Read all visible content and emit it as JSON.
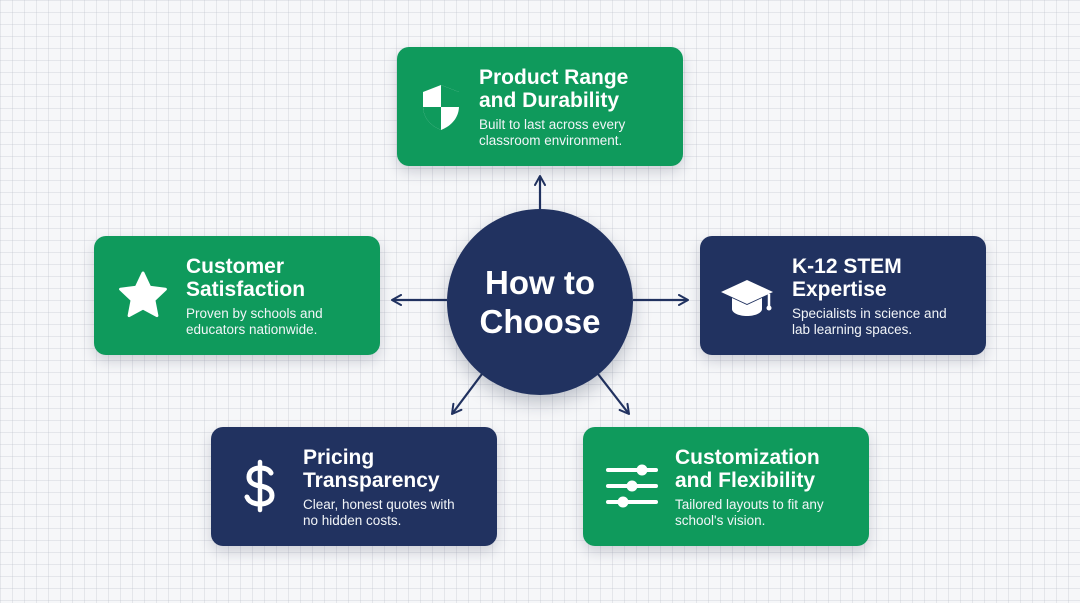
{
  "hub": {
    "label": "How to\nChoose"
  },
  "cards": {
    "durability": {
      "title": "Product Range\nand Durability",
      "description": "Built to last across every\nclassroom environment.",
      "icon": "shield-icon",
      "color": "#0f9a5c"
    },
    "stem": {
      "title": "K-12 STEM\nExpertise",
      "description": "Specialists in science and\nlab learning spaces.",
      "icon": "graduation-cap-icon",
      "color": "#213260"
    },
    "customization": {
      "title": "Customization\nand Flexibility",
      "description": "Tailored layouts to fit any\nschool's vision.",
      "icon": "sliders-icon",
      "color": "#0f9a5c"
    },
    "pricing": {
      "title": "Pricing\nTransparency",
      "description": "Clear, honest quotes with\nno hidden costs.",
      "icon": "dollar-icon",
      "color": "#213260"
    },
    "satisfaction": {
      "title": "Customer\nSatisfaction",
      "description": "Proven by schools and\neducators nationwide.",
      "icon": "star-icon",
      "color": "#0f9a5c"
    }
  },
  "colors": {
    "green": "#0f9a5c",
    "navy": "#213260",
    "connector": "#213260"
  }
}
